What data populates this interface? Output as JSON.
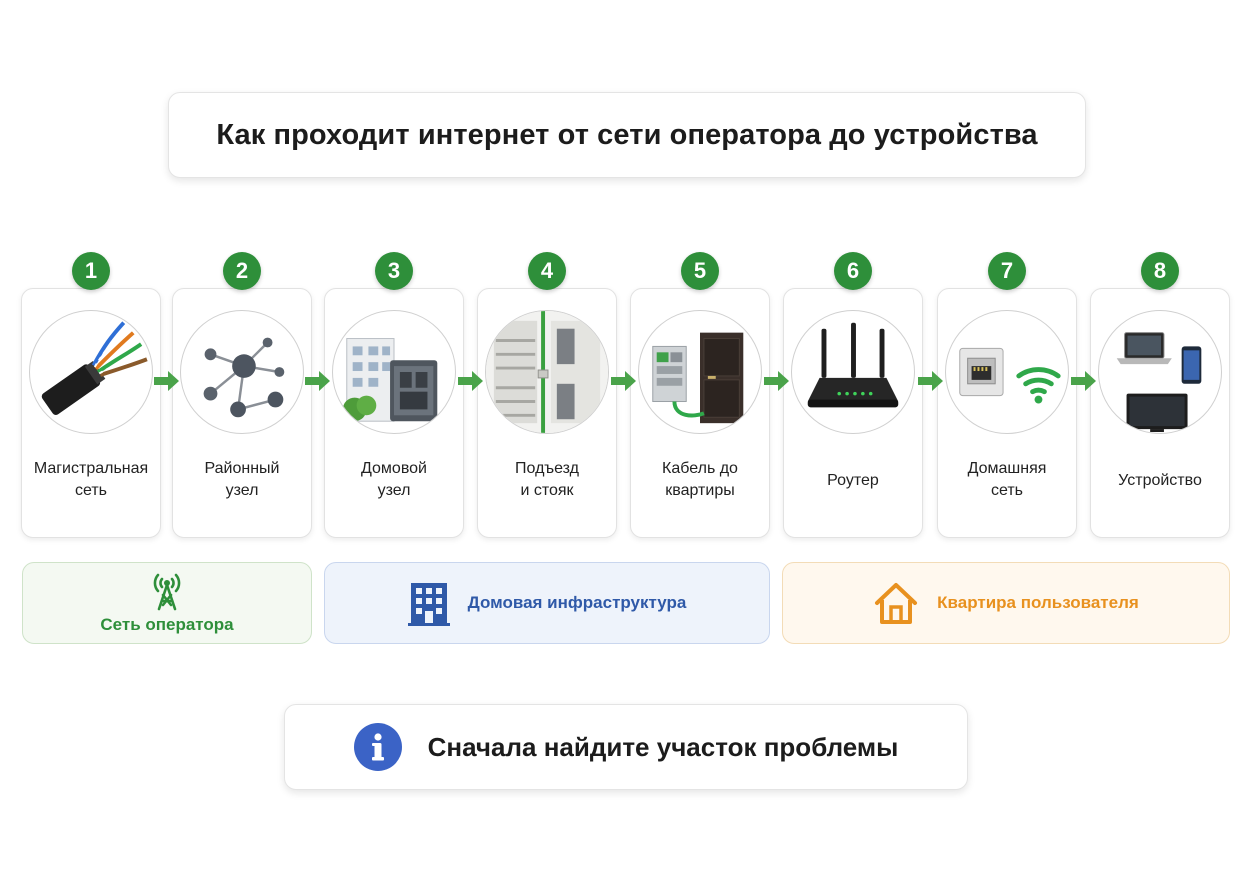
{
  "title": "Как проходит интернет от сети оператора до устройства",
  "colors": {
    "step_badge": "#2e8f3a",
    "arrow": "#4aa34a",
    "operator": "#2e8f3a",
    "building": "#2f59a8",
    "apartment": "#e8911f",
    "info": "#3b63c6"
  },
  "steps": [
    {
      "number": "1",
      "label_line1": "Магистральная",
      "label_line2": "сеть",
      "icon": "fiber-cable-icon"
    },
    {
      "number": "2",
      "label_line1": "Районный",
      "label_line2": "узел",
      "icon": "network-node-icon"
    },
    {
      "number": "3",
      "label_line1": "Домовой",
      "label_line2": "узел",
      "icon": "building-node-icon"
    },
    {
      "number": "4",
      "label_line1": "Подъезд",
      "label_line2": "и стояк",
      "icon": "stairwell-riser-icon"
    },
    {
      "number": "5",
      "label_line1": "Кабель до",
      "label_line2": "квартиры",
      "icon": "apartment-cable-icon"
    },
    {
      "number": "6",
      "label_line1": "Роутер",
      "label_line2": "",
      "icon": "router-icon"
    },
    {
      "number": "7",
      "label_line1": "Домашняя",
      "label_line2": "сеть",
      "icon": "home-network-icon"
    },
    {
      "number": "8",
      "label_line1": "Устройство",
      "label_line2": "",
      "icon": "devices-icon"
    }
  ],
  "groups": [
    {
      "label": "Сеть оператора",
      "icon": "antenna-tower-icon"
    },
    {
      "label": "Домовая инфраструктура",
      "icon": "office-building-icon"
    },
    {
      "label": "Квартира пользователя",
      "icon": "house-icon"
    }
  ],
  "tip": {
    "text": "Сначала найдите участок проблемы",
    "icon": "info-icon"
  }
}
